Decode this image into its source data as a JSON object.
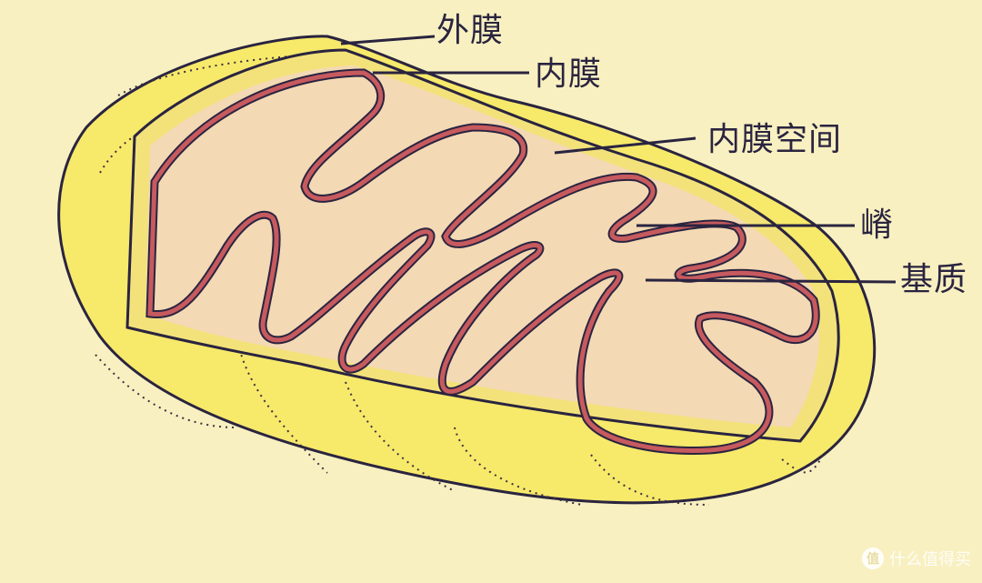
{
  "diagram": {
    "subject": "mitochondrion cross-section",
    "colors": {
      "background": "#f8f0c0",
      "outer_body": "#f7e96a",
      "matrix": "#f3d9b4",
      "inner_membrane": "#c65a5e",
      "outline": "#2a2440"
    },
    "labels": [
      {
        "id": "outer-membrane",
        "text": "外膜"
      },
      {
        "id": "inner-membrane",
        "text": "内膜"
      },
      {
        "id": "intermembrane-space",
        "text": "内膜空间"
      },
      {
        "id": "cristae",
        "text": "嵴"
      },
      {
        "id": "matrix",
        "text": "基质"
      }
    ]
  },
  "watermark": {
    "badge": "值",
    "text": "什么值得买"
  }
}
